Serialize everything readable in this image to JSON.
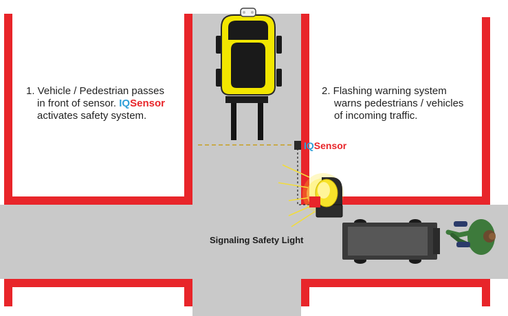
{
  "step1": {
    "line1": "1. Vehicle / Pedestrian passes",
    "line2_prefix": "in front of sensor.",
    "line2_brand_iq": "IQ",
    "line2_brand_sensor": "Sensor",
    "line3": "activates safety system."
  },
  "step2": {
    "line1": "2. Flashing warning system",
    "line2": "warns pedestrians / vehicles",
    "line3": "of incoming traffic."
  },
  "sensor_label": {
    "iq": "IQ",
    "sensor": "Sensor"
  },
  "light_label": "Signaling Safety Light",
  "colors": {
    "wall": "#e8252a",
    "floor": "#c9c9c9",
    "forklift_body": "#f2e600",
    "brand_iq": "#2f9fd8",
    "brand_sensor": "#e8252a",
    "light_glow": "#ffe31a",
    "pedestrian_shirt": "#3d7a3b"
  },
  "icons": [
    "forklift-icon",
    "sensor-icon",
    "warning-light-icon",
    "pallet-truck-icon",
    "pedestrian-icon"
  ]
}
